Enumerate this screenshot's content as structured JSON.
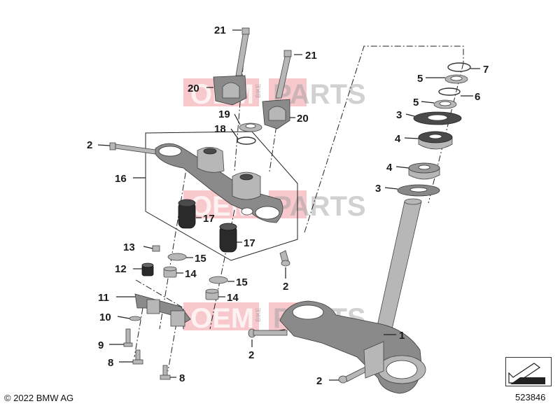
{
  "callouts": {
    "c1": "1",
    "c2a": "2",
    "c2b": "2",
    "c2c": "2",
    "c2d": "2",
    "c3a": "3",
    "c3b": "3",
    "c4a": "4",
    "c4b": "4",
    "c5a": "5",
    "c5b": "5",
    "c6": "6",
    "c7": "7",
    "c8a": "8",
    "c8b": "8",
    "c9": "9",
    "c10": "10",
    "c11": "11",
    "c12": "12",
    "c13": "13",
    "c14a": "14",
    "c14b": "14",
    "c15a": "15",
    "c15b": "15",
    "c16": "16",
    "c17a": "17",
    "c17b": "17",
    "c18": "18",
    "c19": "19",
    "c20a": "20",
    "c20b": "20",
    "c21a": "21",
    "c21b": "21"
  },
  "watermark": {
    "oem": "OEM",
    "bike": "BIKE",
    "parts": "PARTS"
  },
  "footer": {
    "copyright": "© 2022 BMW AG",
    "diagram_number": "523846"
  },
  "colors": {
    "watermark_red": "#e23a48",
    "part_grey": "#8a8a8a",
    "line": "#222222"
  }
}
